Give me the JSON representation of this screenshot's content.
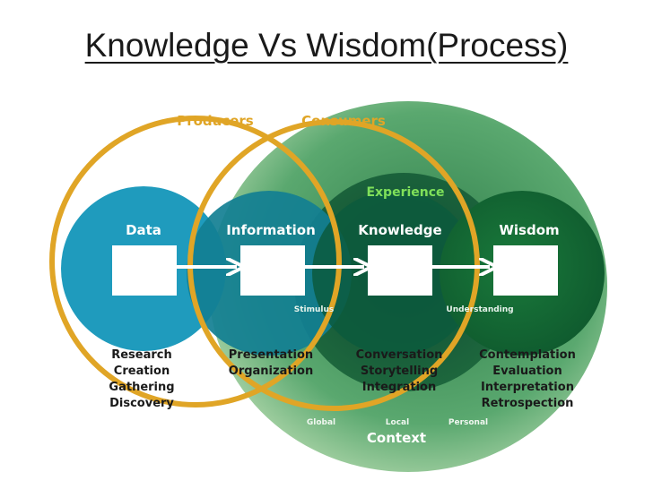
{
  "title": "Knowledge Vs Wisdom(Process)",
  "groups": {
    "producers": "Producers",
    "consumers": "Consumers",
    "experience": "Experience",
    "context": "Context"
  },
  "stages": [
    {
      "name": "Data",
      "activities": [
        "Research",
        "Creation",
        "Gathering",
        "Discovery"
      ]
    },
    {
      "name": "Information",
      "activities": [
        "Presentation",
        "Organization"
      ]
    },
    {
      "name": "Knowledge",
      "activities": [
        "Conversation",
        "Storytelling",
        "Integration"
      ]
    },
    {
      "name": "Wisdom",
      "activities": [
        "Contemplation",
        "Evaluation",
        "Interpretation",
        "Retrospection"
      ]
    }
  ],
  "transitions": {
    "stimulus": "Stimulus",
    "understanding": "Understanding"
  },
  "scope": {
    "global": "Global",
    "local": "Local",
    "personal": "Personal"
  },
  "colors": {
    "data": "#1f9bbd",
    "information": "#127f93",
    "knowledge": "#0c5a3d",
    "wisdom": "#1c6e39",
    "ring": "#e0a526",
    "context": "#5aa86f"
  }
}
